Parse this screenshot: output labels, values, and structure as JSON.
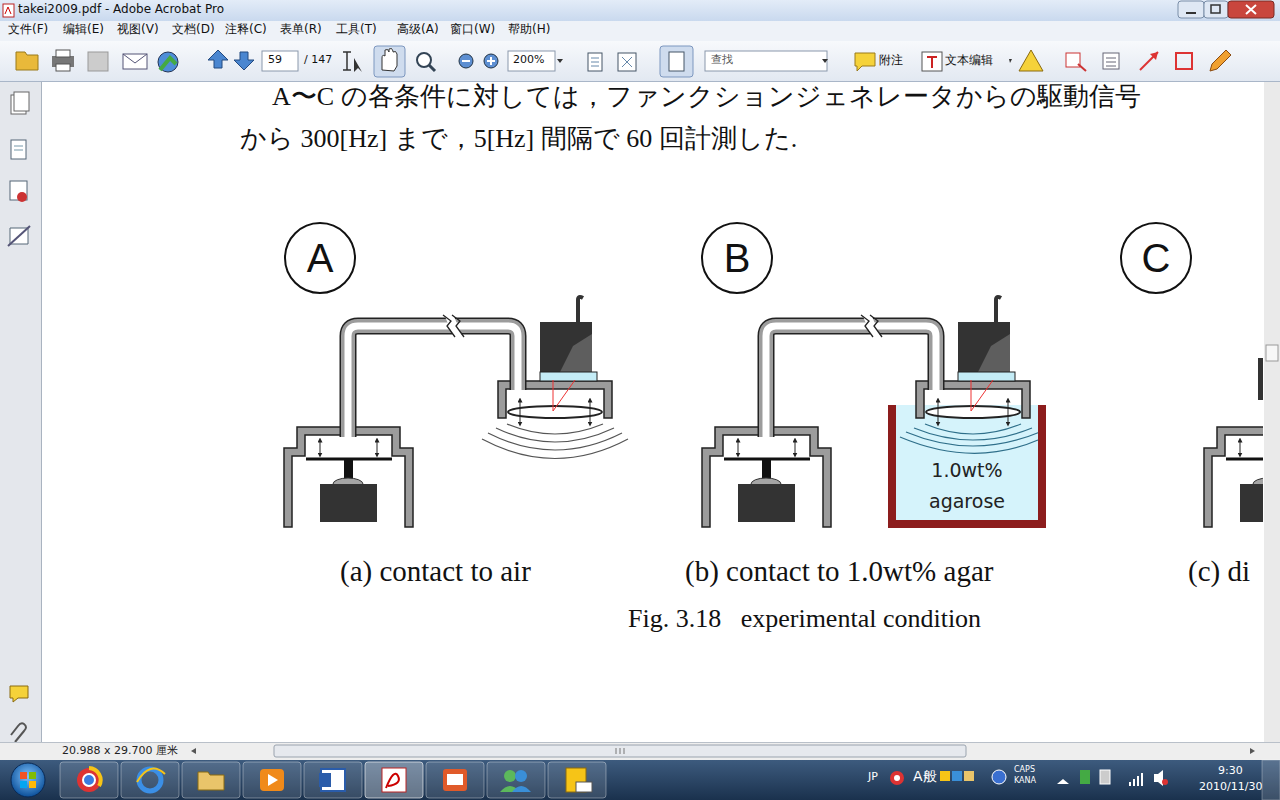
{
  "diagram": {
    "title": "takei2009.pdf - Adobe Acrobat Pro",
    "caption": "Fig. 3.18   experimental condition",
    "nodes": [
      {
        "text": [
          "A"
        ]
      },
      {
        "text": [
          "B"
        ]
      },
      {
        "text": [
          "C"
        ]
      },
      {
        "text": [
          "1.0wt% agarose"
        ]
      }
    ],
    "labels": [
      "文件(F)",
      "编辑(E)",
      "视图(V)",
      "文档(D)",
      "注释(C)",
      "表单(R)",
      "工具(T)",
      "高级(A)",
      "窗口(W)",
      "帮助(H)",
      "59",
      "/ 147",
      "200%",
      "查找",
      "附注",
      "文本编辑",
      "A〜C の各条件に対しては，ファンクションジェネレータからの駆動信号",
      "から 300[Hz] まで，5[Hz] 間隔で 60 回計測した.",
      "(a) contact to air",
      "(b) contact to 1.0wt% agar",
      "(c) di",
      "20.988 x 29.700 厘米",
      "JP",
      "A般",
      "CAPS",
      "KANA",
      "9:30",
      "2010/11/30"
    ]
  }
}
